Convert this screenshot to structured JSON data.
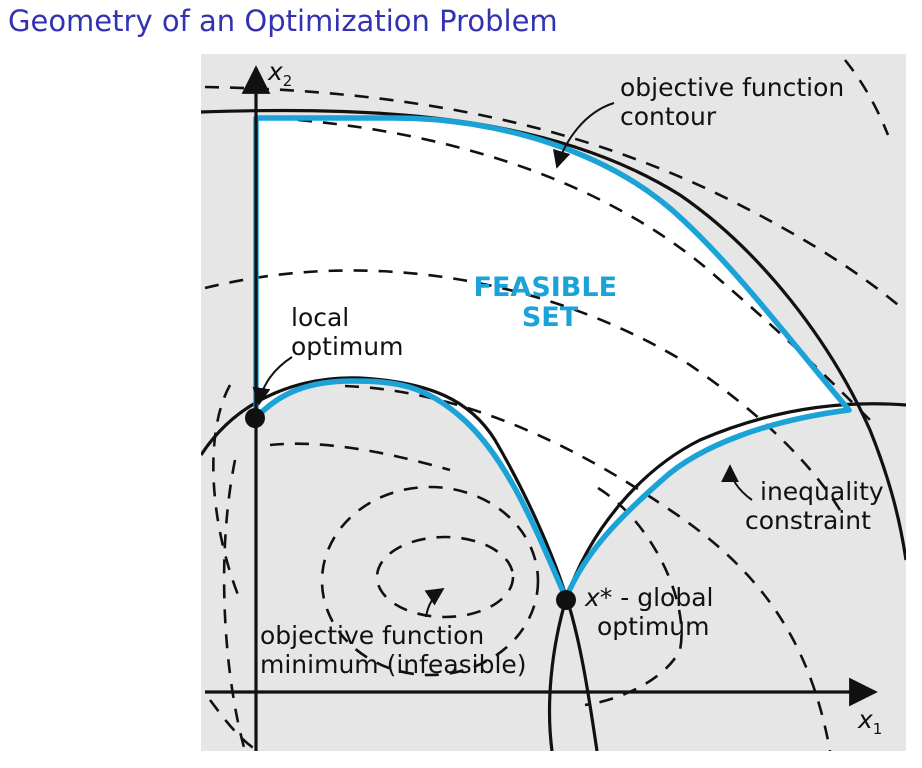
{
  "title": "Geometry of an Optimization Problem",
  "axes": {
    "x_label": "x",
    "x_sub": "1",
    "y_label": "x",
    "y_sub": "2"
  },
  "labels": {
    "objective_contour": [
      "objective function",
      "contour"
    ],
    "feasible_set": [
      "FEASIBLE",
      "SET"
    ],
    "local_optimum": [
      "local",
      "optimum"
    ],
    "inequality_constraint": [
      "inequality",
      "constraint"
    ],
    "global_optimum_star": "x*",
    "global_optimum_rest": " - global",
    "global_optimum_line2": "optimum",
    "objective_minimum": [
      "objective function",
      "minimum (infeasible)"
    ]
  },
  "colors": {
    "title": "#3333b2",
    "feasible": "#1ba3d8",
    "background": "#e6e6e6",
    "region": "#ffffff",
    "ink": "#111111"
  }
}
